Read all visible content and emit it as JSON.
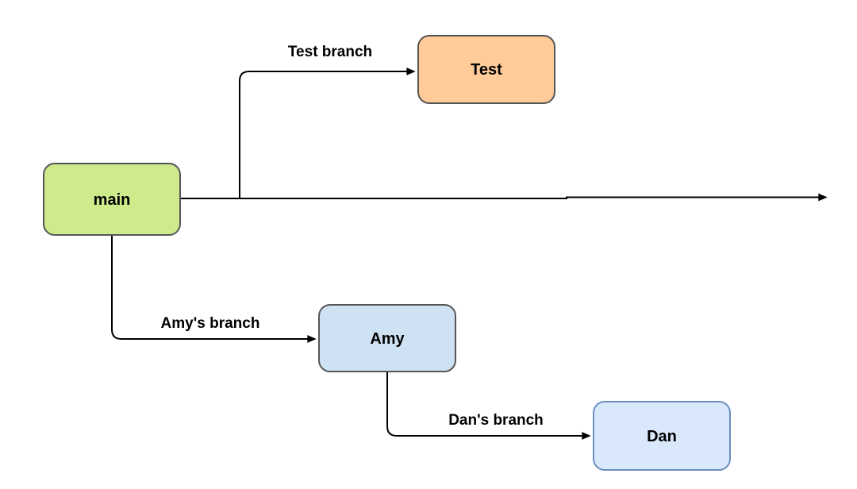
{
  "diagram": {
    "type": "branch-diagram",
    "background": "#ffffff",
    "text_color": "#000000",
    "edge_color": "#000000",
    "nodes": {
      "main": {
        "label": "main",
        "fill": "#cdeb8b",
        "stroke": "#555555"
      },
      "test": {
        "label": "Test",
        "fill": "#ffcc99",
        "stroke": "#555555"
      },
      "amy": {
        "label": "Amy",
        "fill": "#cfe2f3",
        "stroke": "#555555"
      },
      "dan": {
        "label": "Dan",
        "fill": "#dae8fc",
        "stroke": "#6c8ebf"
      }
    },
    "edges": {
      "main_timeline": {
        "from": "main",
        "label": ""
      },
      "test_branch": {
        "from": "main",
        "to": "test",
        "label": "Test branch"
      },
      "amy_branch": {
        "from": "main",
        "to": "amy",
        "label": "Amy's branch"
      },
      "dan_branch": {
        "from": "amy",
        "to": "dan",
        "label": "Dan's branch"
      }
    }
  }
}
